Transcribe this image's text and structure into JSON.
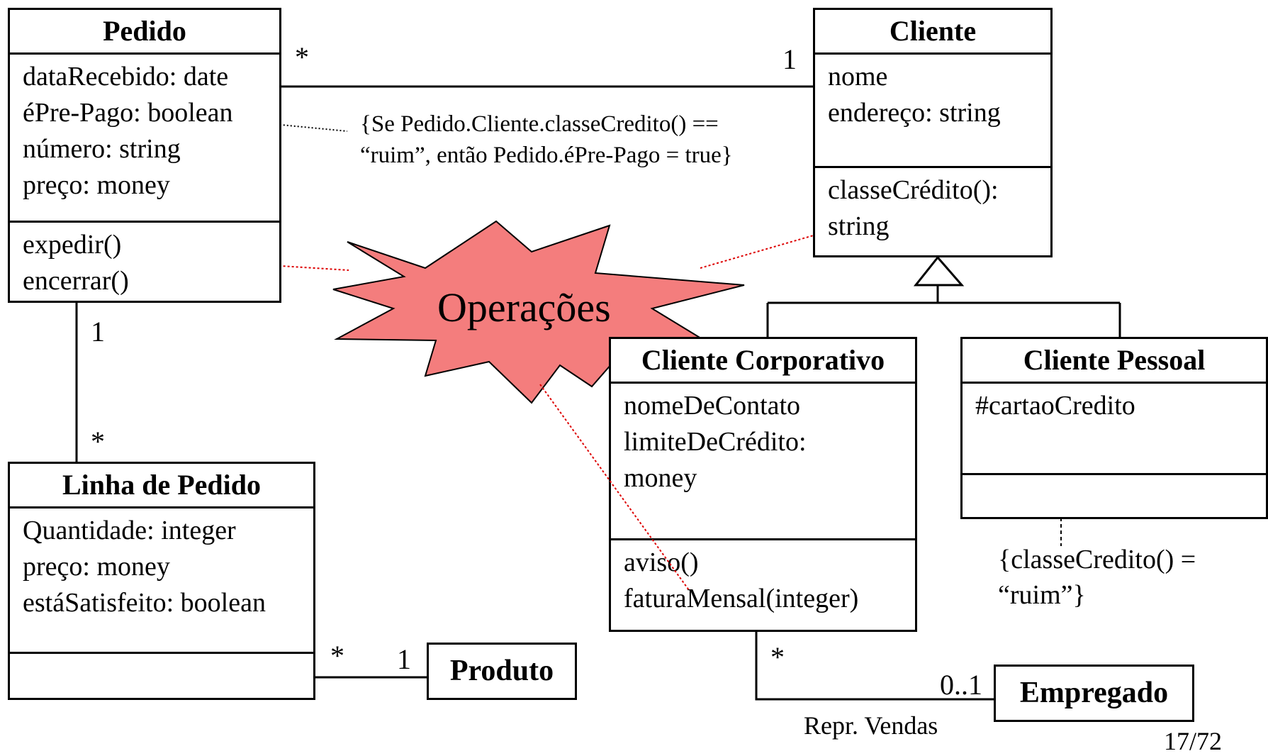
{
  "pedido": {
    "name": "Pedido",
    "attributes": [
      "dataRecebido: date",
      "éPre-Pago: boolean",
      "número: string",
      "preço: money"
    ],
    "operations": [
      "expedir()",
      "encerrar()"
    ]
  },
  "cliente": {
    "name": "Cliente",
    "attributes": [
      "nome",
      "endereço: string"
    ],
    "operations": [
      "classeCrédito():",
      "string"
    ]
  },
  "linha": {
    "name": "Linha de Pedido",
    "attributes": [
      "Quantidade: integer",
      "preço: money",
      "estáSatisfeito: boolean"
    ]
  },
  "corporativo": {
    "name": "Cliente Corporativo",
    "attributes": [
      "nomeDeContato",
      "limiteDeCrédito:",
      "money"
    ],
    "operations": [
      "aviso()",
      "faturaMensal(integer)"
    ]
  },
  "pessoal": {
    "name": "Cliente Pessoal",
    "attributes": [
      "#cartaoCredito"
    ]
  },
  "produto": {
    "name": "Produto"
  },
  "empregado": {
    "name": "Empregado"
  },
  "multiplicities": {
    "pedido_cliente_star": "*",
    "pedido_cliente_one": "1",
    "pedido_linha_one": "1",
    "pedido_linha_star": "*",
    "linha_produto_star": "*",
    "linha_produto_one": "1",
    "corp_emp_star": "*",
    "corp_emp_range": "0..1"
  },
  "role_label": "Repr. Vendas",
  "constraint_prepago": [
    "{Se Pedido.Cliente.classeCredito() ==",
    "“ruim”, então Pedido.éPre-Pago = true}"
  ],
  "constraint_pessoal": [
    "{classeCredito() =",
    "“ruim”}"
  ],
  "callout": "Operações",
  "page_number": "17/72",
  "colors": {
    "callout_fill": "#f47d7d",
    "pointer_line": "#dd0000"
  }
}
